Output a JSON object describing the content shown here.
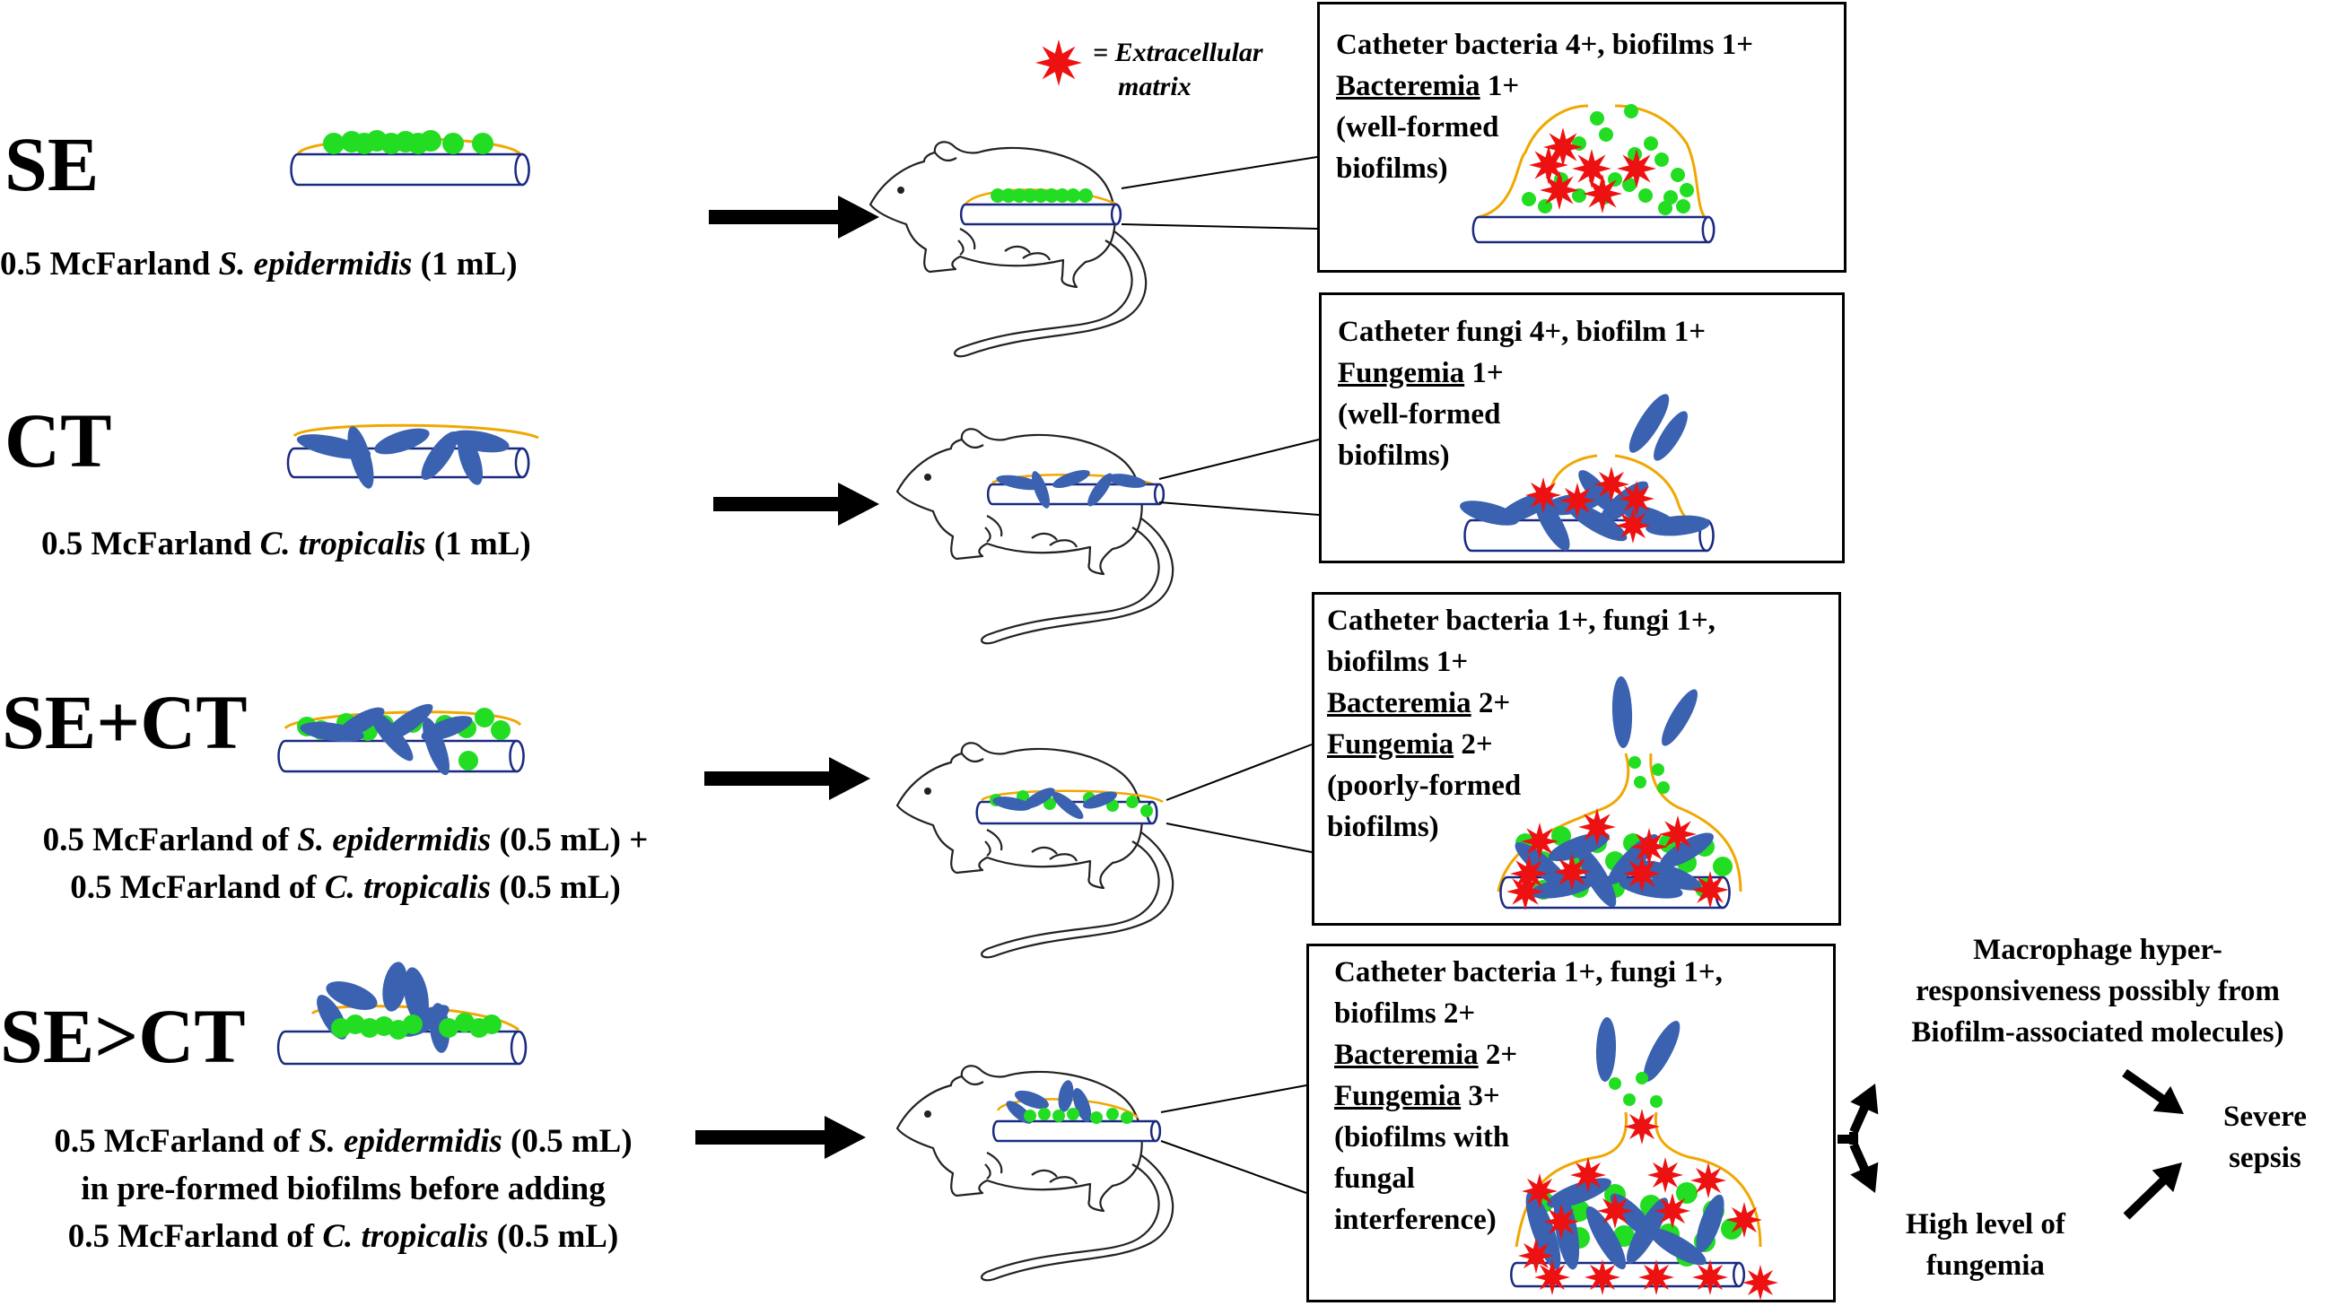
{
  "legend": {
    "icon": "red-star-icon",
    "label_line1": "= Extracellular",
    "label_line2": "matrix"
  },
  "groups": [
    {
      "id": "SE",
      "label": "SE",
      "desc_lines": [
        [
          {
            "t": "0.5 McFarland "
          },
          {
            "t": "S. epidermidis",
            "i": true
          },
          {
            "t": " (1 mL)"
          }
        ]
      ],
      "box_lines": [
        [
          {
            "t": "Catheter bacteria 4+, biofilms 1+"
          }
        ],
        [
          {
            "t": "Bacteremia",
            "u": true
          },
          {
            "t": " 1+"
          }
        ],
        [
          {
            "t": "(well-formed"
          }
        ],
        [
          {
            "t": "biofilms)"
          }
        ]
      ]
    },
    {
      "id": "CT",
      "label": "CT",
      "desc_lines": [
        [
          {
            "t": "0.5 McFarland "
          },
          {
            "t": "C. tropicalis",
            "i": true
          },
          {
            "t": " (1 mL)"
          }
        ]
      ],
      "box_lines": [
        [
          {
            "t": "Catheter fungi 4+, biofilm 1+"
          }
        ],
        [
          {
            "t": "Fungemia",
            "u": true
          },
          {
            "t": " 1+"
          }
        ],
        [
          {
            "t": "(well-formed"
          }
        ],
        [
          {
            "t": "biofilms)"
          }
        ]
      ]
    },
    {
      "id": "SE+CT",
      "label": "SE+CT",
      "desc_lines": [
        [
          {
            "t": "0.5 McFarland of "
          },
          {
            "t": "S. epidermidis",
            "i": true
          },
          {
            "t": " (0.5 mL) +"
          }
        ],
        [
          {
            "t": "0.5 McFarland of "
          },
          {
            "t": "C. tropicalis",
            "i": true
          },
          {
            "t": " (0.5 mL)"
          }
        ]
      ],
      "box_lines": [
        [
          {
            "t": "Catheter bacteria 1+, fungi 1+,"
          }
        ],
        [
          {
            "t": "biofilms 1+"
          }
        ],
        [
          {
            "t": "Bacteremia",
            "u": true
          },
          {
            "t": " 2+"
          }
        ],
        [
          {
            "t": "Fungemia",
            "u": true
          },
          {
            "t": " 2+"
          }
        ],
        [
          {
            "t": "(poorly-formed"
          }
        ],
        [
          {
            "t": "biofilms)"
          }
        ]
      ]
    },
    {
      "id": "SE>CT",
      "label": "SE>CT",
      "desc_lines": [
        [
          {
            "t": "0.5 McFarland of "
          },
          {
            "t": "S. epidermidis",
            "i": true
          },
          {
            "t": " (0.5 mL)"
          }
        ],
        [
          {
            "t": "in pre-formed biofilms before adding"
          }
        ],
        [
          {
            "t": "0.5 McFarland of "
          },
          {
            "t": "C. tropicalis",
            "i": true
          },
          {
            "t": " (0.5 mL)"
          }
        ]
      ],
      "box_lines": [
        [
          {
            "t": "Catheter bacteria 1+, fungi 1+,"
          }
        ],
        [
          {
            "t": "biofilms 2+"
          }
        ],
        [
          {
            "t": "Bacteremia",
            "u": true
          },
          {
            "t": " 2+"
          }
        ],
        [
          {
            "t": "Fungemia",
            "u": true
          },
          {
            "t": " 3+"
          }
        ],
        [
          {
            "t": "(biofilms with"
          }
        ],
        [
          {
            "t": "fungal"
          }
        ],
        [
          {
            "t": "interference)"
          }
        ]
      ]
    }
  ],
  "outcomes": {
    "macrophage": [
      "Macrophage hyper-",
      "responsiveness possibly from",
      "Biofilm-associated molecules)"
    ],
    "fungemia": [
      "High level of",
      "fungemia"
    ],
    "sepsis": [
      "Severe",
      "sepsis"
    ]
  },
  "colors": {
    "bacteria": "#22dd22",
    "fungi": "#3a62b0",
    "matrix": "#ee1111",
    "biofilm_outline": "#f0a800",
    "catheter": "#1a2a80"
  }
}
